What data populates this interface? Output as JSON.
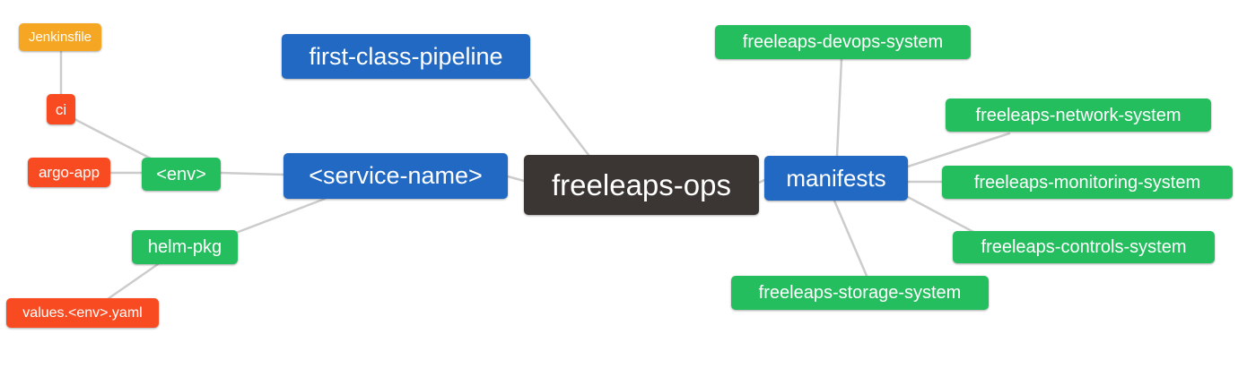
{
  "diagram": {
    "type": "mindmap",
    "root_label": "freeleaps-ops"
  },
  "colors": {
    "background": "#FFFFFF",
    "text-white": "#FFFFFF",
    "edge-gray": "#CCCCCC",
    "node-blue": "#2169C3",
    "node-green": "#25BE5F",
    "node-red": "#F94B21",
    "node-orange": "#F5A623",
    "node-dark": "#3B3633"
  },
  "nodes": {
    "jenkinsfile": {
      "label": "Jenkinsfile",
      "color": "orange"
    },
    "ci": {
      "label": "ci",
      "color": "red"
    },
    "argo_app": {
      "label": "argo-app",
      "color": "red"
    },
    "env": {
      "label": "<env>",
      "color": "green"
    },
    "helm_pkg": {
      "label": "helm-pkg",
      "color": "green"
    },
    "values_yaml": {
      "label": "values.<env>.yaml",
      "color": "red"
    },
    "service_name": {
      "label": "<service-name>",
      "color": "blue"
    },
    "first_class_pipeline": {
      "label": "first-class-pipeline",
      "color": "blue"
    },
    "freeleaps_ops": {
      "label": "freeleaps-ops",
      "color": "dark"
    },
    "manifests": {
      "label": "manifests",
      "color": "blue"
    },
    "devops_system": {
      "label": "freeleaps-devops-system",
      "color": "green"
    },
    "network_system": {
      "label": "freeleaps-network-system",
      "color": "green"
    },
    "monitoring_system": {
      "label": "freeleaps-monitoring-system",
      "color": "green"
    },
    "controls_system": {
      "label": "freeleaps-controls-system",
      "color": "green"
    },
    "storage_system": {
      "label": "freeleaps-storage-system",
      "color": "green"
    }
  },
  "edges": [
    {
      "from": "jenkinsfile",
      "to": "ci"
    },
    {
      "from": "ci",
      "to": "env"
    },
    {
      "from": "argo_app",
      "to": "env"
    },
    {
      "from": "env",
      "to": "service_name"
    },
    {
      "from": "helm_pkg",
      "to": "service_name"
    },
    {
      "from": "values_yaml",
      "to": "helm_pkg"
    },
    {
      "from": "service_name",
      "to": "freeleaps_ops"
    },
    {
      "from": "first_class_pipeline",
      "to": "freeleaps_ops"
    },
    {
      "from": "freeleaps_ops",
      "to": "manifests"
    },
    {
      "from": "manifests",
      "to": "devops_system"
    },
    {
      "from": "manifests",
      "to": "network_system"
    },
    {
      "from": "manifests",
      "to": "monitoring_system"
    },
    {
      "from": "manifests",
      "to": "controls_system"
    },
    {
      "from": "manifests",
      "to": "storage_system"
    }
  ]
}
